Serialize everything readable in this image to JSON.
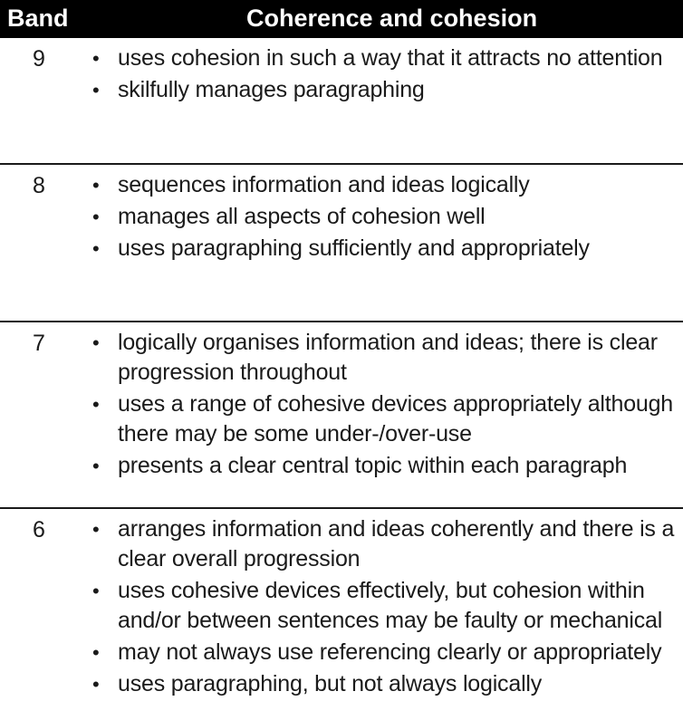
{
  "header": {
    "band": "Band",
    "criterion": "Coherence and cohesion"
  },
  "rows": [
    {
      "band": "9",
      "items": [
        "uses cohesion in such a way that it attracts no attention",
        "skilfully manages paragraphing"
      ]
    },
    {
      "band": "8",
      "items": [
        "sequences information and ideas logically",
        "manages all aspects of cohesion well",
        "uses paragraphing sufficiently and appropriately"
      ]
    },
    {
      "band": "7",
      "items": [
        "logically organises information and ideas; there is clear progression throughout",
        "uses a range of cohesive devices appropriately although there may be some under-/over-use",
        "presents a clear central topic within each paragraph"
      ]
    },
    {
      "band": "6",
      "items": [
        "arranges information and ideas coherently and there is a clear overall progression",
        "uses cohesive devices effectively, but cohesion within and/or between sentences may be faulty or mechanical",
        "may not always use referencing clearly or appropriately",
        "uses paragraphing, but not always logically"
      ]
    }
  ]
}
